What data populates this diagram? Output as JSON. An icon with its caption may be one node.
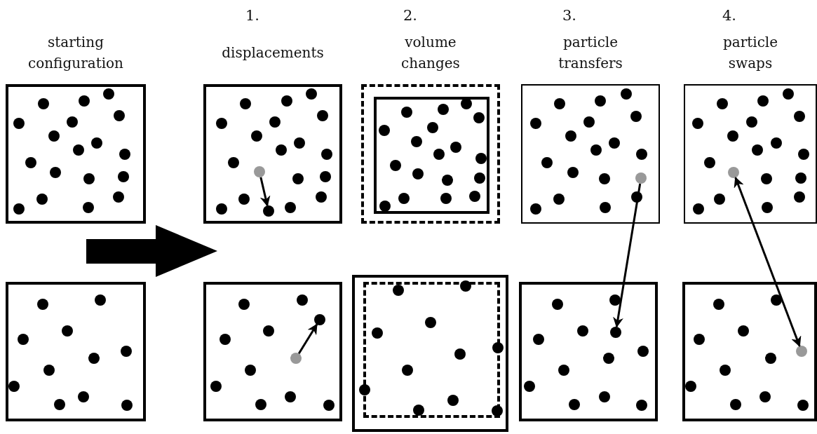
{
  "diagram": {
    "nodes": [
      {
        "text": [
          "starting configuration"
        ]
      },
      {
        "text": [],
        "shape": "box"
      },
      {
        "text": [
          "displacements"
        ]
      },
      {
        "text": [],
        "shape": "circle",
        "in": 2
      },
      {
        "text": [],
        "shape": "circle",
        "in": 2
      },
      {
        "text": [],
        "shape": "box"
      },
      {
        "text": [],
        "shape": "circle",
        "in": 5
      },
      {
        "text": [],
        "shape": "circle",
        "in": 5
      },
      {
        "text": [
          "volume changes"
        ]
      },
      {
        "text": [],
        "shape": "box"
      },
      {
        "text": [
          "particle transfers"
        ]
      },
      {
        "text": [],
        "shape": "circle",
        "in": 10
      },
      {
        "text": [],
        "shape": "box"
      },
      {
        "text": [],
        "shape": "circle",
        "in": 12
      },
      {
        "text": [
          "particle swaps"
        ]
      },
      {
        "text": [],
        "shape": "circle",
        "in": 14
      },
      {
        "text": [],
        "shape": "box"
      },
      {
        "text": [],
        "shape": "circle",
        "in": 16
      }
    ],
    "edges": [
      {
        "from": 0,
        "to": 2,
        "arrow": "to",
        "style": "thick"
      },
      {
        "from": 3,
        "to": 4,
        "arrow": "to"
      },
      {
        "from": 6,
        "to": 7,
        "arrow": "to"
      },
      {
        "from": 11,
        "to": 13,
        "arrow": "to"
      },
      {
        "from": 15,
        "to": 17,
        "arrow": "both"
      }
    ],
    "labels": [
      "1.",
      "2.",
      "3.",
      "4."
    ]
  }
}
